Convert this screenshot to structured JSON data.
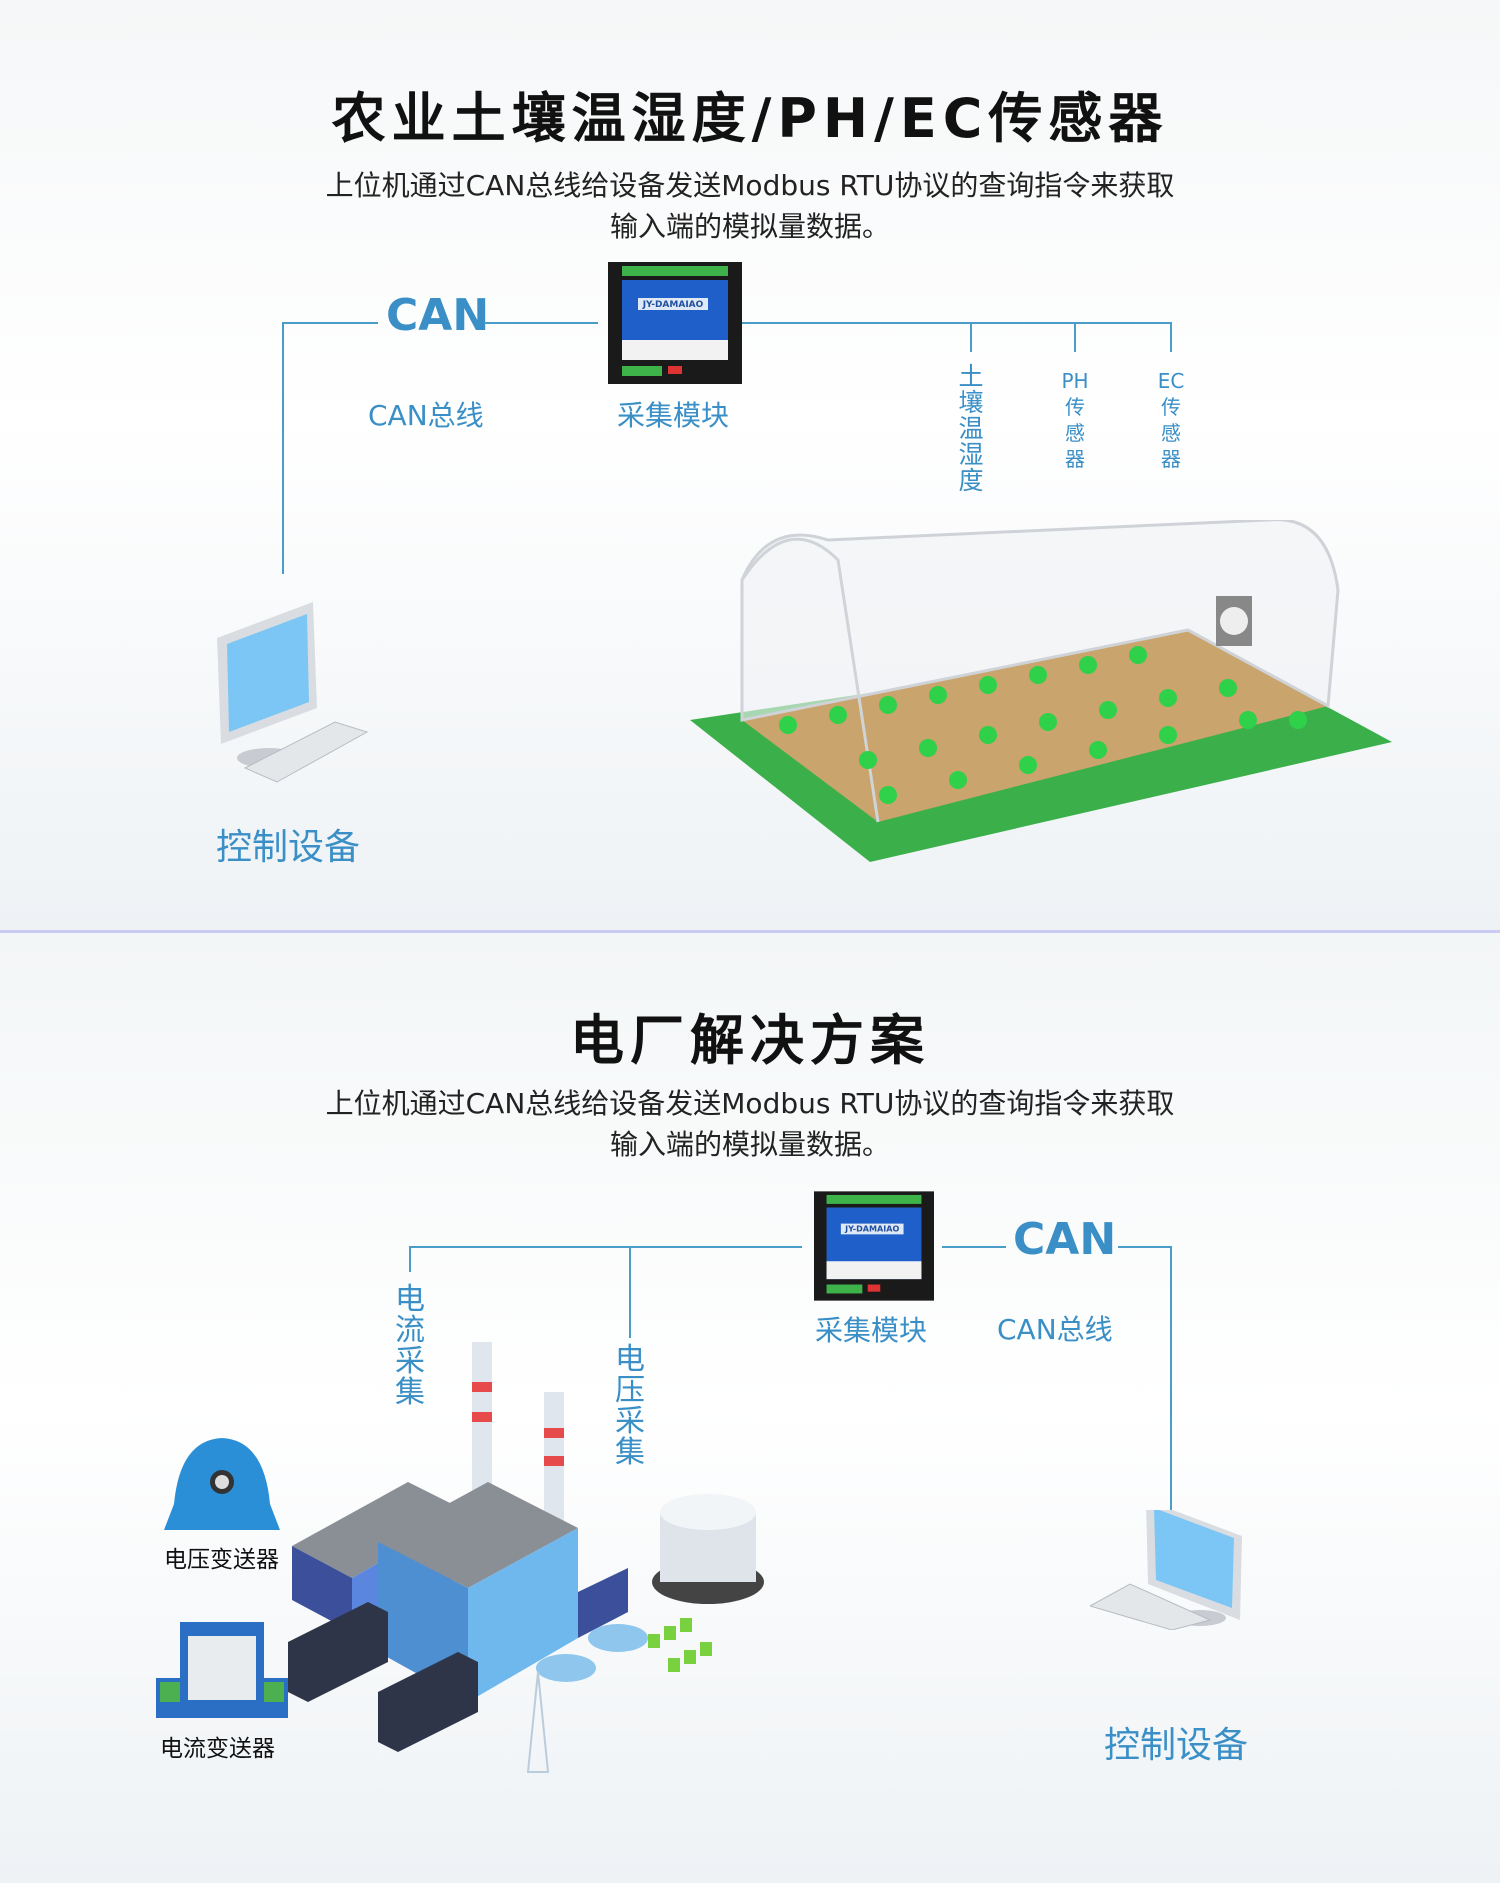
{
  "section1": {
    "title": "农业土壤温湿度/PH/EC传感器",
    "subtitle_line1": "上位机通过CAN总线给设备发送Modbus RTU协议的查询指令来获取",
    "subtitle_line2": "输入端的模拟量数据。",
    "can_label": "CAN",
    "can_bus_label": "CAN总线",
    "module_label": "采集模块",
    "module_brand": "JY-DAMAIAO",
    "sensors": [
      "土壤温湿度",
      "PH传感器",
      "EC传感器"
    ],
    "control_label": "控制设备"
  },
  "section2": {
    "title": "电厂解决方案",
    "subtitle_line1": "上位机通过CAN总线给设备发送Modbus RTU协议的查询指令来获取",
    "subtitle_line2": "输入端的模拟量数据。",
    "can_label": "CAN",
    "can_bus_label": "CAN总线",
    "module_label": "采集模块",
    "module_brand": "JY-DAMAIAO",
    "current_collect": "电流采集",
    "voltage_collect": "电压采集",
    "voltage_transmitter": "电压变送器",
    "current_transmitter": "电流变送器",
    "control_label": "控制设备"
  },
  "colors": {
    "accent": "#3a8fc7",
    "line": "#4a9cc9",
    "divider": "#c9cbf2"
  }
}
